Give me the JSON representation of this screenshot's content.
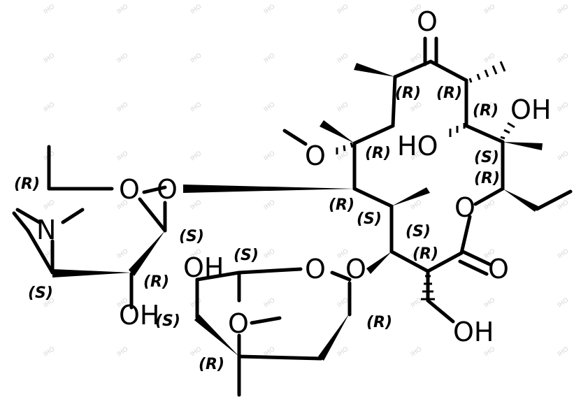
{
  "watermark": "IHO",
  "atoms": {
    "o_ketone": "O",
    "oh_c11": "OH",
    "ho_c9": "HO",
    "o_methoxy6": "O",
    "o_ring_sugar": "O",
    "o_glyco_des": "O",
    "n_dimethyl": "N",
    "o_lactone_ring": "O",
    "o_lactone_co": "O",
    "o_glyco_clad": "O",
    "o_ring_clad": "O",
    "oh_des": "OH",
    "oh_clad": "OH",
    "o_methoxy_clad": "O",
    "oh_hydroxymethyl": "OH"
  },
  "stereo": {
    "r_c2": "(R)",
    "r_c4": "(R)",
    "r_c3": "(R)",
    "s_c5": "(S)",
    "r_c6": "(R)",
    "r_c7": "(R)",
    "s_c8": "(S)",
    "s_c9": "(S)",
    "r_c10": "(R)",
    "r_des5": "(R)",
    "s_des1": "(S)",
    "s_des3": "(S)",
    "r_des2": "(R)",
    "s_clad5": "(S)",
    "s_clad3": "(S)",
    "r_clad2": "(R)",
    "r_clad1": "(R)"
  }
}
